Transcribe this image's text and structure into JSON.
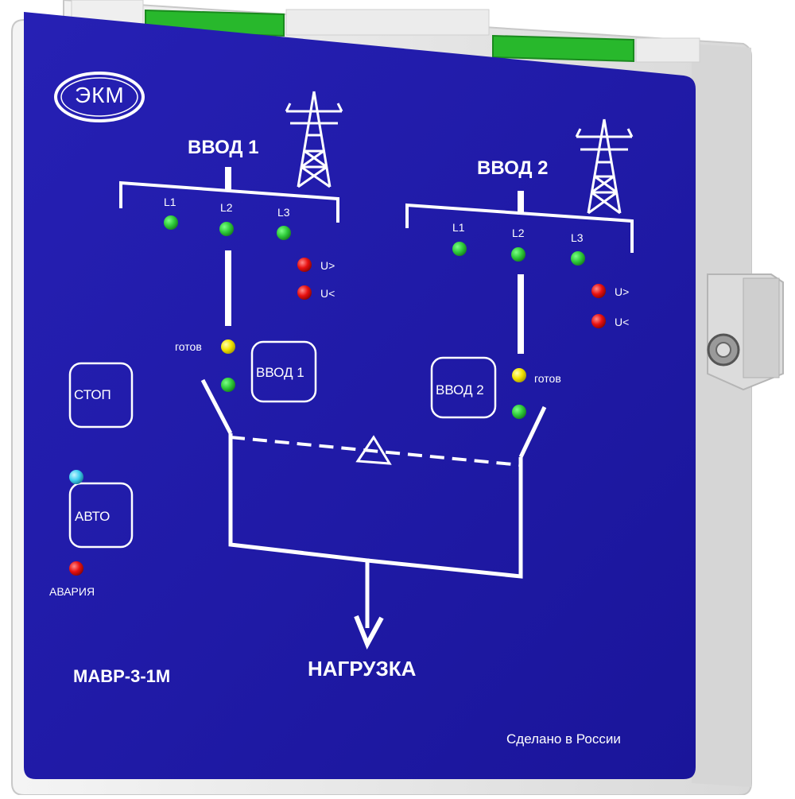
{
  "brand": {
    "logo_text": "ЭКМ"
  },
  "model": "МАВР-3-1М",
  "footer": "Сделано в России",
  "load_label": "НАГРУЗКА",
  "input1": {
    "title": "ВВОД 1",
    "phases": [
      "L1",
      "L2",
      "L3"
    ],
    "over_label": "U>",
    "under_label": "U<",
    "ready_label": "готов",
    "button_label": "ВВОД 1"
  },
  "input2": {
    "title": "ВВОД 2",
    "phases": [
      "L1",
      "L2",
      "L3"
    ],
    "over_label": "U>",
    "under_label": "U<",
    "ready_label": "готов",
    "button_label": "ВВОД 2"
  },
  "controls": {
    "stop_label": "СТОП",
    "auto_label": "АВТО",
    "alarm_label": "АВАРИЯ"
  },
  "colors": {
    "panel": "#1f1aa8",
    "led_green": "#2fcc3a",
    "led_red": "#e81010",
    "led_yellow": "#f2e400",
    "led_cyan": "#3fd0f0",
    "connector_green": "#28b82c"
  }
}
